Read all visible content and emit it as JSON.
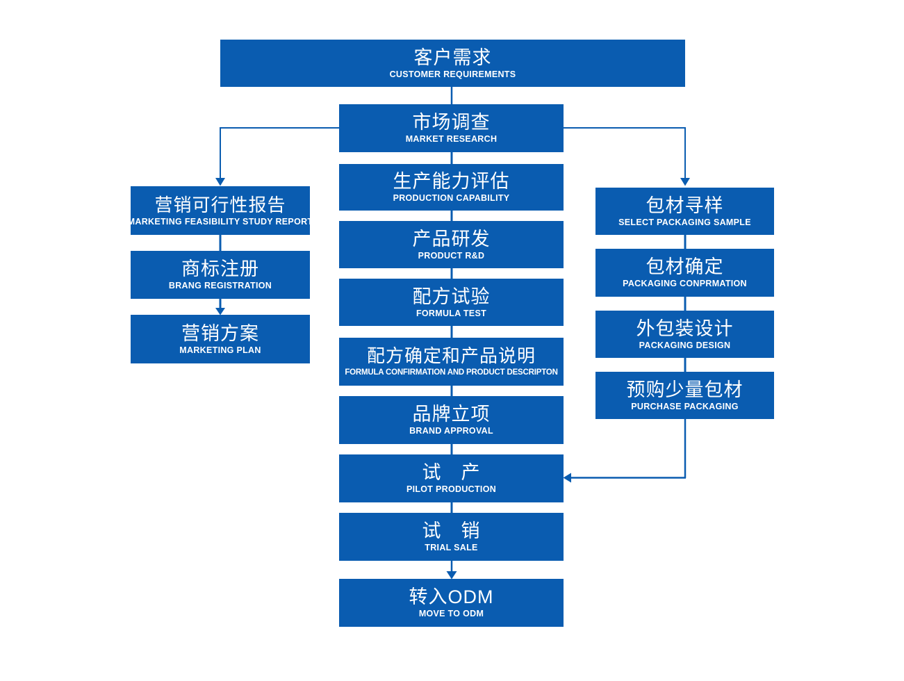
{
  "accent_color": "#0a5cb0",
  "nodes": {
    "customer": {
      "title": "客户需求",
      "subtitle": "CUSTOMER REQUIREMENTS"
    },
    "market": {
      "title": "市场调查",
      "subtitle": "MARKET RESEARCH"
    },
    "capability": {
      "title": "生产能力评估",
      "subtitle": "PRODUCTION CAPABILITY"
    },
    "rnd": {
      "title": "产品研发",
      "subtitle": "PRODUCT R&D"
    },
    "formula_test": {
      "title": "配方试验",
      "subtitle": "FORMULA TEST"
    },
    "formula_confirm": {
      "title": "配方确定和产品说明",
      "subtitle": "FORMULA CONFIRMATION AND PRODUCT DESCRIPTON"
    },
    "brand": {
      "title": "品牌立项",
      "subtitle": "BRAND APPROVAL"
    },
    "pilot": {
      "title": "试　产",
      "subtitle": "PILOT PRODUCTION"
    },
    "trial": {
      "title": "试　销",
      "subtitle": "TRIAL SALE"
    },
    "odm": {
      "title": "转入ODM",
      "subtitle": "MOVE TO ODM"
    },
    "feasibility": {
      "title": "营销可行性报告",
      "subtitle": "MARKETING FEASIBILITY STUDY REPORT"
    },
    "trademark": {
      "title": "商标注册",
      "subtitle": "BRANG REGISTRATION"
    },
    "plan": {
      "title": "营销方案",
      "subtitle": "MARKETING PLAN"
    },
    "pkg_sample": {
      "title": "包材寻样",
      "subtitle": "SELECT PACKAGING SAMPLE"
    },
    "pkg_confirm": {
      "title": "包材确定",
      "subtitle": "PACKAGING CONPRMATION"
    },
    "pkg_design": {
      "title": "外包装设计",
      "subtitle": "PACKAGING DESIGN"
    },
    "pkg_purchase": {
      "title": "预购少量包材",
      "subtitle": "PURCHASE PACKAGING"
    }
  }
}
